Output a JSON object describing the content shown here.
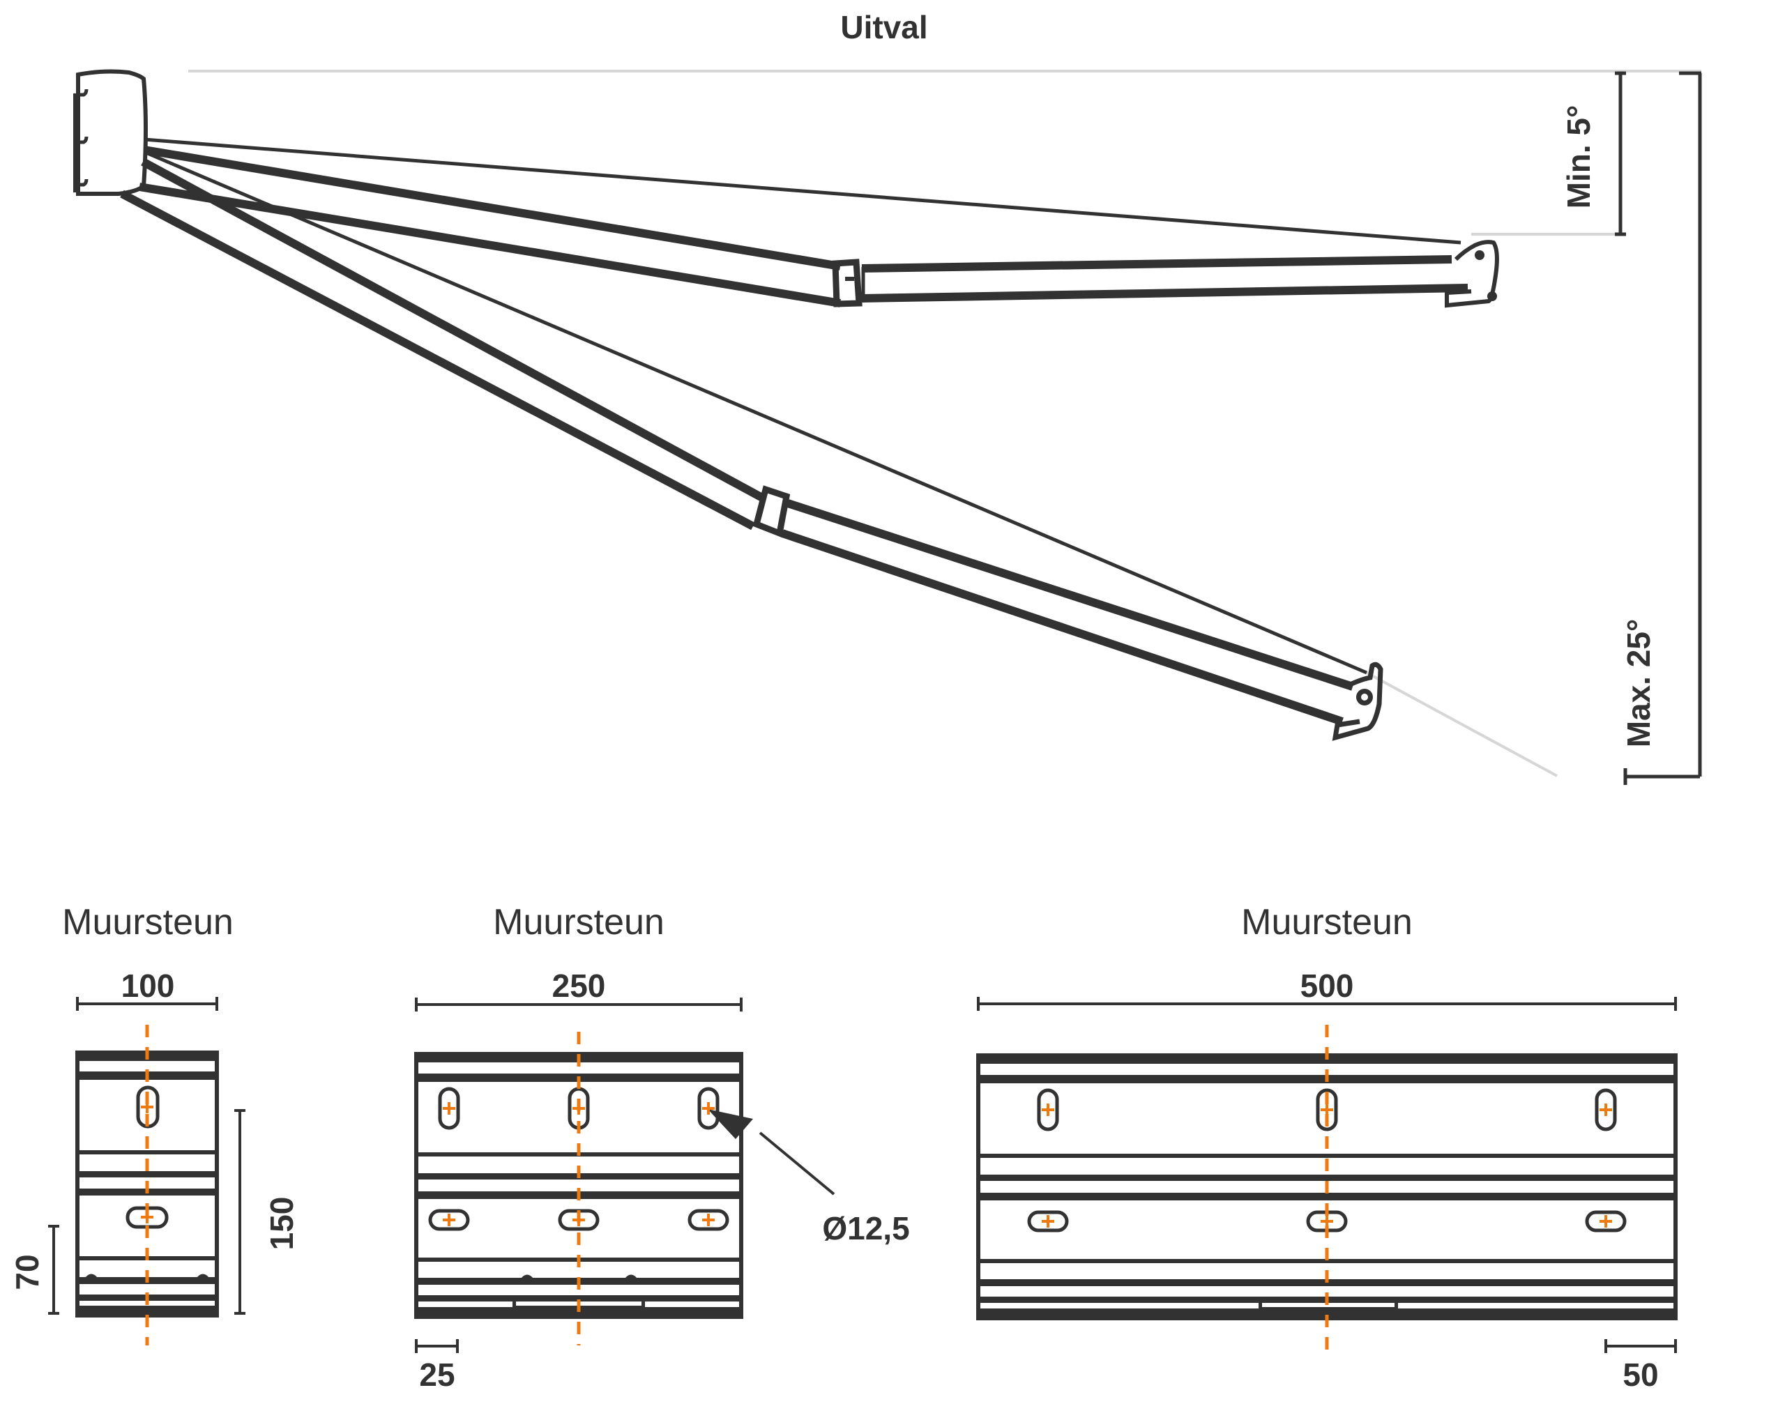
{
  "diagram": {
    "title": "Uitval",
    "angles": {
      "min_label": "Min. 5°",
      "max_label": "Max. 25°",
      "min_degrees": 5,
      "max_degrees": 25
    },
    "colors": {
      "ink": "#333232",
      "guide": "#d6d6d6",
      "centerline": "#f07a12"
    },
    "brackets": [
      {
        "caption": "Muursteun",
        "width_label": "100",
        "height_label": "150",
        "offset_label": "70",
        "holes_per_row": 1
      },
      {
        "caption": "Muursteun",
        "width_label": "250",
        "edge_label": "25",
        "hole_label": "Ø12,5",
        "holes_per_row": 3
      },
      {
        "caption": "Muursteun",
        "width_label": "500",
        "edge_label": "50",
        "holes_per_row": 3
      }
    ]
  }
}
